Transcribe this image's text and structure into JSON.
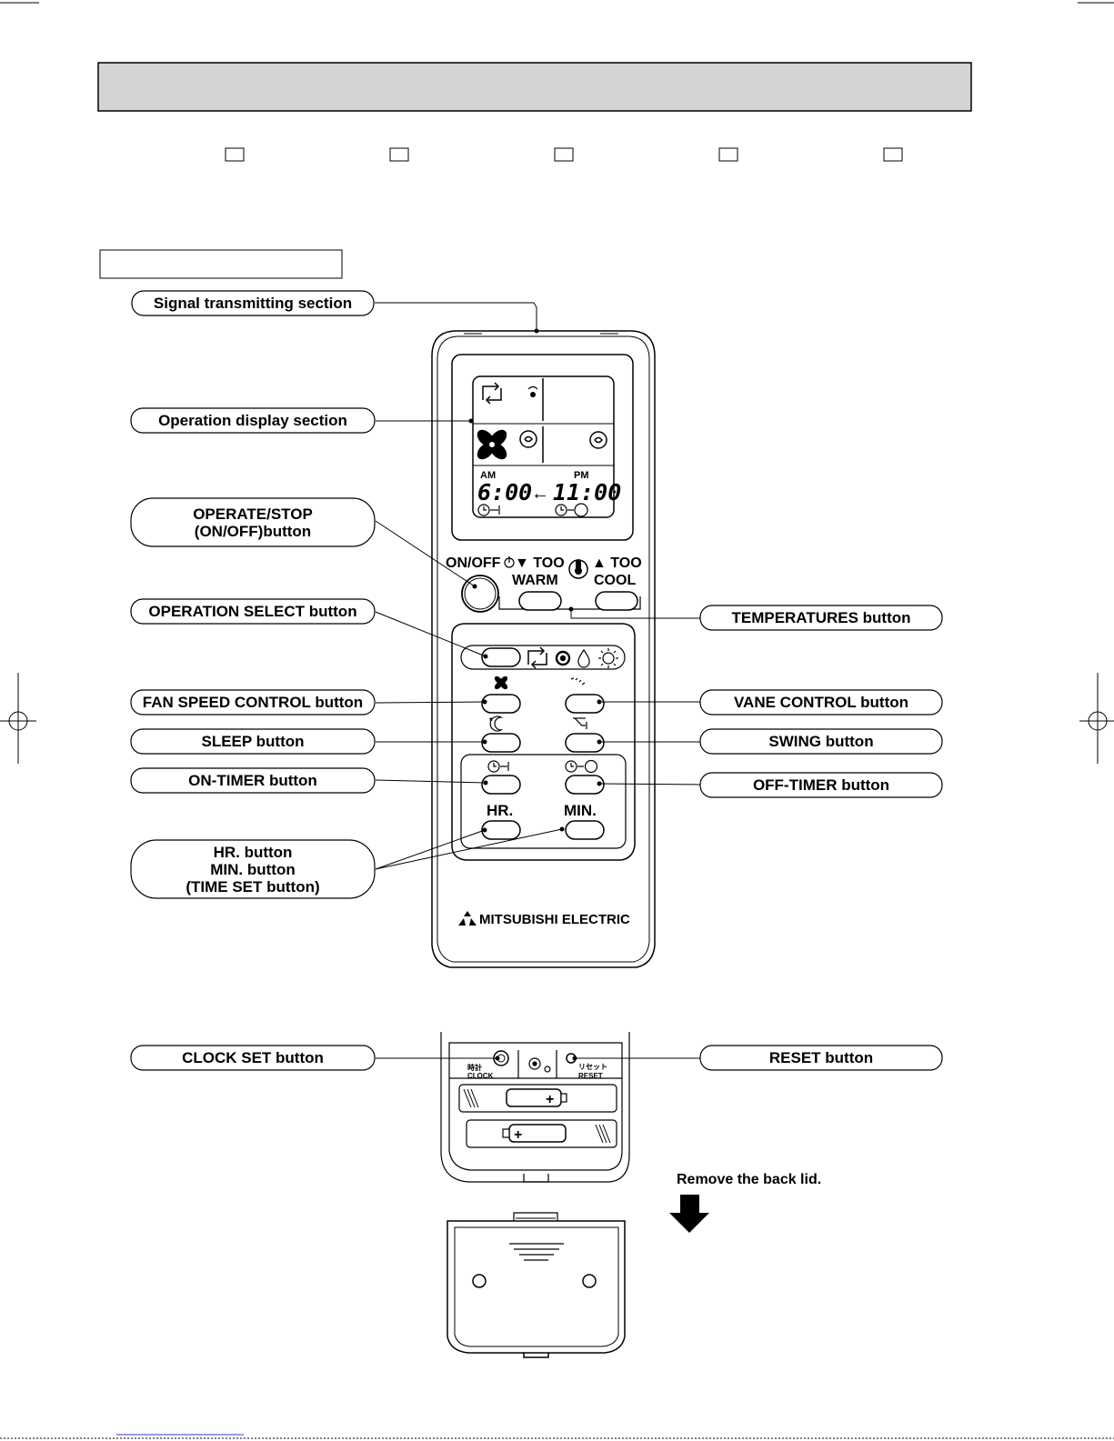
{
  "callouts": {
    "signal": "Signal transmitting section",
    "display": "Operation display section",
    "operate": [
      "OPERATE/STOP",
      "(ON/OFF)button"
    ],
    "select": "OPERATION SELECT button",
    "fan": "FAN SPEED CONTROL button",
    "sleep": "SLEEP button",
    "ontimer": "ON-TIMER button",
    "timeset": [
      "HR. button",
      "MIN. button",
      "(TIME SET button)"
    ],
    "temps": "TEMPERATURES button",
    "vane": "VANE CONTROL button",
    "swing": "SWING button",
    "offtimer": "OFF-TIMER button",
    "clock": "CLOCK SET button",
    "reset": "RESET button"
  },
  "remote": {
    "lcd": {
      "am": "AM",
      "pm": "PM",
      "on_time": "6:00",
      "arrow": "←",
      "off_time": "11:00"
    },
    "onoff": "ON/OFF",
    "too_warm": [
      "▼ TOO",
      "WARM"
    ],
    "too_cool": [
      "▲ TOO",
      "COOL"
    ],
    "hr": "HR.",
    "min": "MIN.",
    "brand": "MITSUBISHI ELECTRIC"
  },
  "battery": {
    "clock_jp": "時計",
    "clock_en": "CLOCK",
    "reset_jp": "リセット",
    "reset_en": "RESET",
    "plus": "+"
  },
  "note": "Remove the back lid."
}
